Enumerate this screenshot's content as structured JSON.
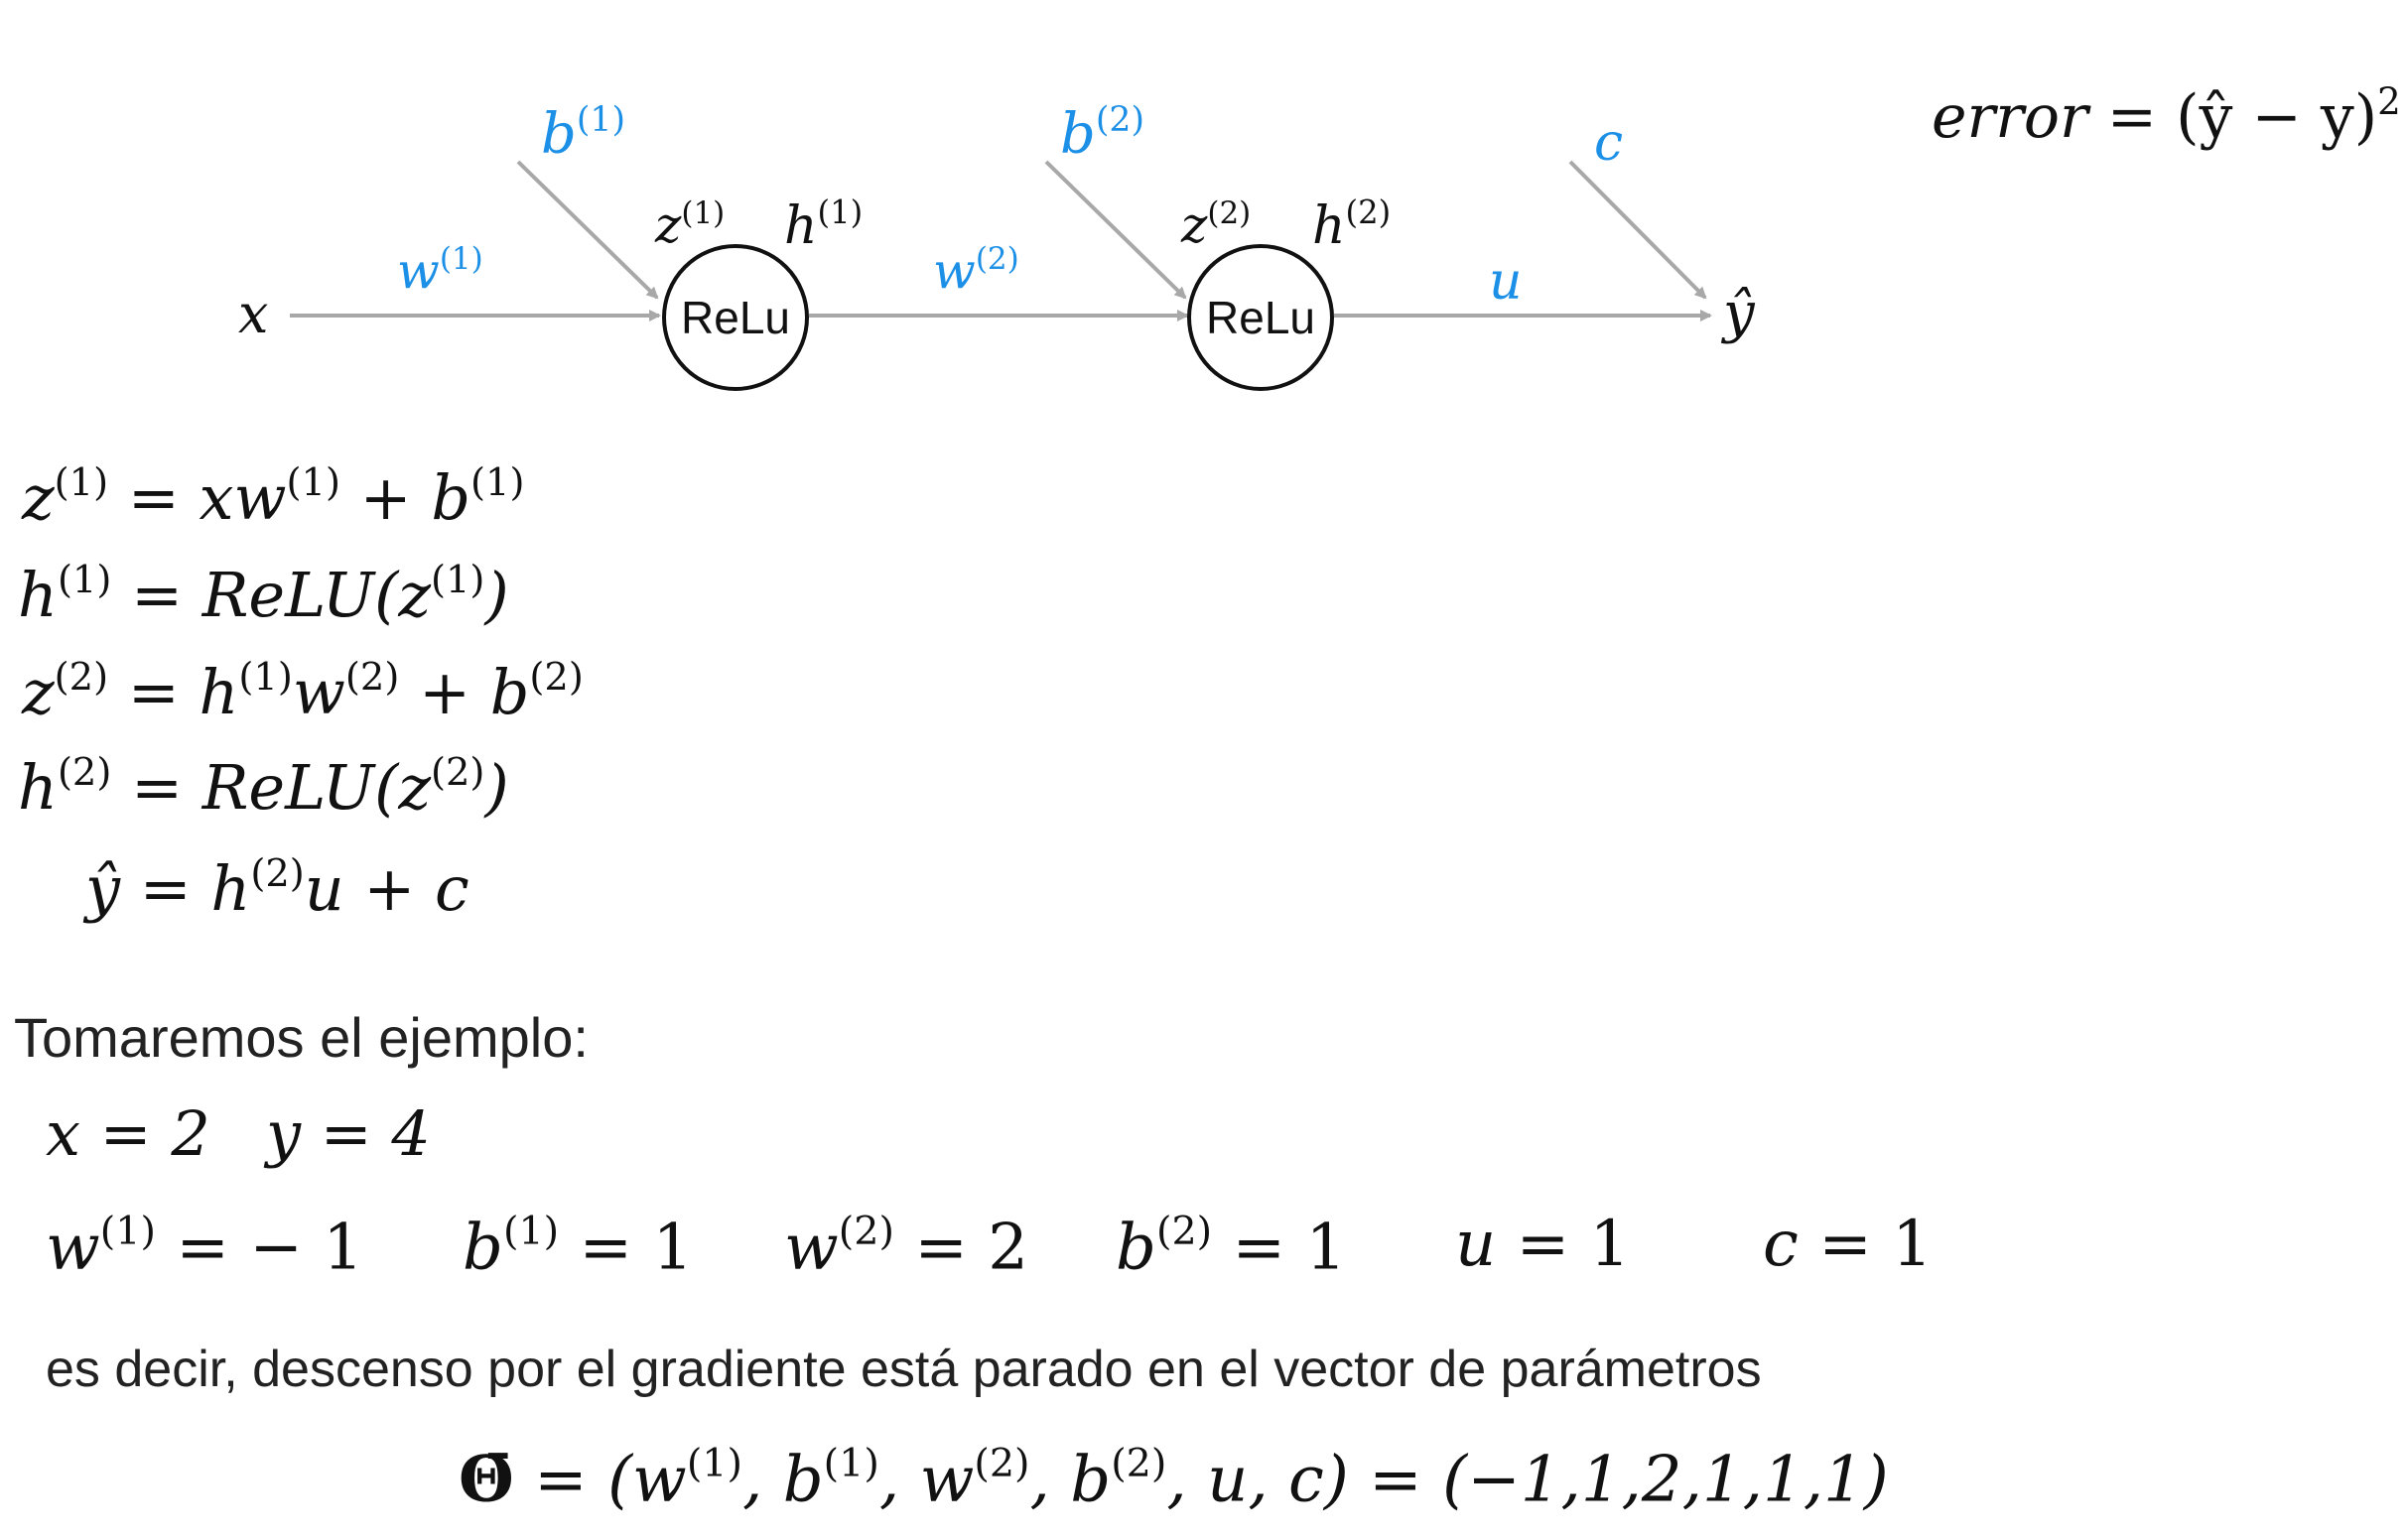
{
  "diagram": {
    "input_label": "x",
    "output_label": "ŷ",
    "layer1": {
      "weight": "w",
      "bias": "b",
      "index": "(1)",
      "pre": "z",
      "post": "h",
      "node": "ReLu"
    },
    "layer2": {
      "weight": "w",
      "bias": "b",
      "index": "(2)",
      "pre": "z",
      "post": "h",
      "node": "ReLu"
    },
    "output": {
      "weight": "u",
      "bias": "c"
    },
    "error_formula": {
      "lhs": "error",
      "rhs": "= (ŷ − y)",
      "exp": "2"
    },
    "colors": {
      "param": "#1c8fe6",
      "edge": "#a8a8a8",
      "text": "#111111"
    }
  },
  "equations": {
    "eq1": {
      "lhs": "z",
      "lhs_idx": "(1)",
      "a": " = xw",
      "a_idx": "(1)",
      "b": " + b",
      "b_idx": "(1)"
    },
    "eq2": {
      "lhs": "h",
      "lhs_idx": "(1)",
      "a": " = ReLU(z",
      "a_idx": "(1)",
      "b": ")"
    },
    "eq3": {
      "lhs": "z",
      "lhs_idx": "(2)",
      "a": " = h",
      "a_idx": "(1)",
      "b": "w",
      "b_idx": "(2)",
      "c": " + b",
      "c_idx": "(2)"
    },
    "eq4": {
      "lhs": "h",
      "lhs_idx": "(2)",
      "a": " = ReLU(z",
      "a_idx": "(2)",
      "b": ")"
    },
    "eq5": {
      "lhs": "ŷ",
      "a": " = h",
      "a_idx": "(2)",
      "b": "u + c"
    }
  },
  "example": {
    "heading": "Tomaremos el ejemplo:",
    "x_val": "x = 2",
    "y_val": "y = 4",
    "params": [
      {
        "name": "w",
        "idx": "(1)",
        "val": " = − 1"
      },
      {
        "name": "b",
        "idx": "(1)",
        "val": " = 1"
      },
      {
        "name": "w",
        "idx": "(2)",
        "val": " = 2"
      },
      {
        "name": "b",
        "idx": "(2)",
        "val": " = 1"
      },
      {
        "name": "u",
        "idx": "",
        "val": " = 1"
      },
      {
        "name": "c",
        "idx": "",
        "val": " = 1"
      }
    ],
    "note": "es decir, descenso por el gradiente está parado en el vector de parámetros",
    "theta": {
      "symbol": "Θ̄",
      "p1": " = (w",
      "i1": "(1)",
      "p2": ", b",
      "i2": "(1)",
      "p3": ", w",
      "i3": "(2)",
      "p4": ", b",
      "i4": "(2)",
      "p5": ", u, c) = (−1,1,2,1,1,1)"
    }
  }
}
